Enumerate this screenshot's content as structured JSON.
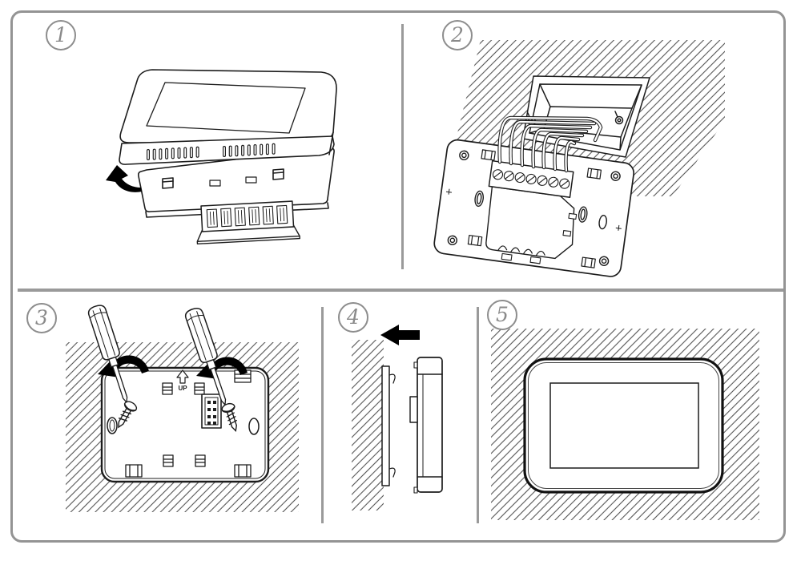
{
  "steps": [
    {
      "number": "1",
      "icon": "detach-front-panel-rotate-arrow-icon"
    },
    {
      "number": "2",
      "icon": "wall-box-wiring-illustration"
    },
    {
      "number": "3",
      "icon": "screwdrivers-fasten-plate-illustration"
    },
    {
      "number": "4",
      "icon": "push-device-left-arrow-icon"
    },
    {
      "number": "5",
      "icon": "mounted-device-front-illustration"
    }
  ],
  "labels": {
    "up": "UP"
  },
  "colors": {
    "frame_gray": "#949494",
    "badge_gray": "#8a8a8a",
    "line_art": "#1c1c1c",
    "hatch": "#2f2f2f",
    "solid_arrow": "#000000",
    "background": "#ffffff"
  }
}
